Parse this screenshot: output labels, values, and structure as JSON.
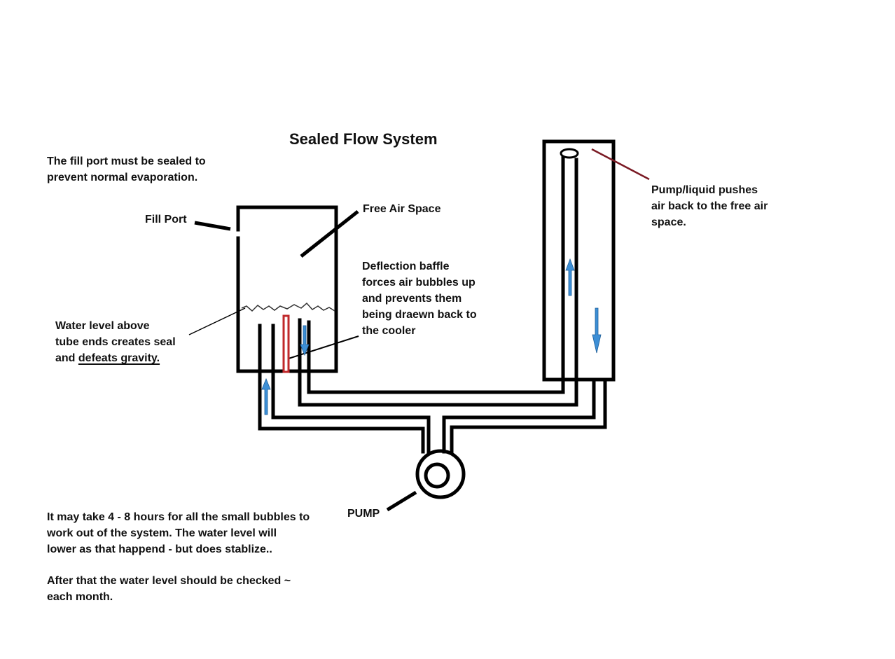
{
  "title": "Sealed Flow System",
  "labels": {
    "fill_port_note": "The fill port must be sealed to\nprevent normal evaporation.",
    "fill_port": "Fill Port",
    "free_air_space": "Free Air Space",
    "baffle_note": "Deflection baffle\nforces air bubbles up\nand prevents them\nbeing draewn back to\nthe cooler",
    "water_level_note_1": "Water level above\ntube ends creates seal\nand ",
    "water_level_note_2": "defeats gravity.",
    "pump_note": "Pump/liquid pushes\nair back to the free air\nspace.",
    "pump": "PUMP",
    "bubbles_note": "It may take 4 - 8 hours for all the small bubbles to\nwork out of the system. The water level will\nlower as that happend - but does stablize..",
    "check_note": "After that the water level should be checked ~\neach month."
  },
  "colors": {
    "line": "#000000",
    "arrow": "#3d8fd6",
    "baffle": "#c0292b",
    "pointer_red": "#7a1a24"
  }
}
